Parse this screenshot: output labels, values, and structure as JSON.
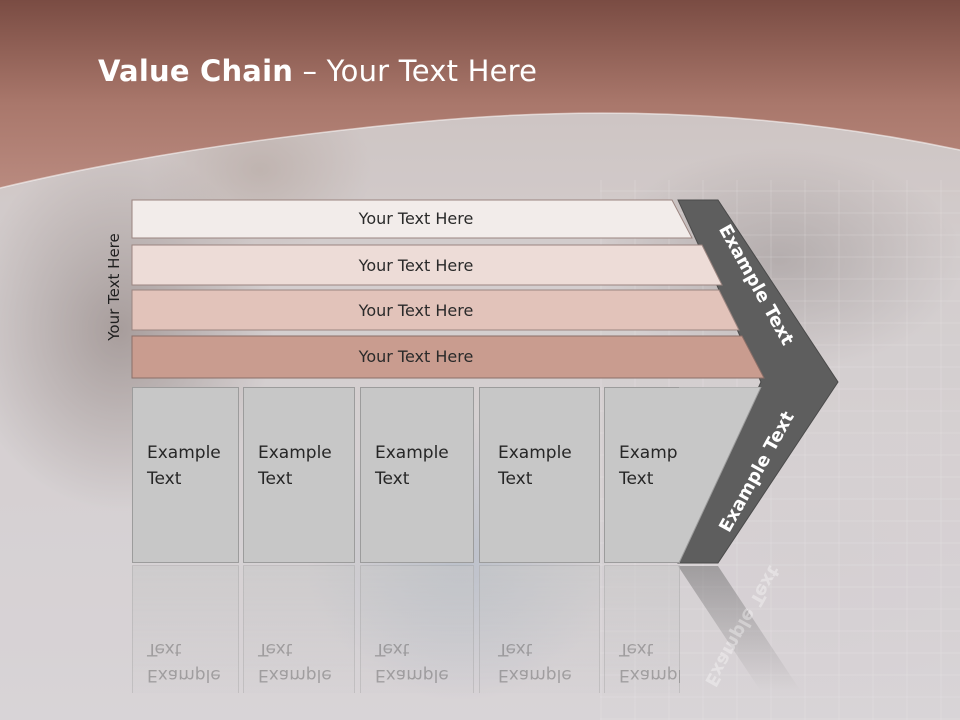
{
  "slide": {
    "title_bold": "Value Chain",
    "title_rest": " – Your Text Here",
    "side_label": "Your Text Here"
  },
  "bars": [
    {
      "label": "Your Text Here",
      "color": "#f2ecea"
    },
    {
      "label": "Your Text Here",
      "color": "#eddcd7"
    },
    {
      "label": "Your Text Here",
      "color": "#e2c3ba"
    },
    {
      "label": "Your Text Here",
      "color": "#c99c8f"
    }
  ],
  "columns": [
    {
      "label": "Example\nText"
    },
    {
      "label": "Example\nText"
    },
    {
      "label": "Example\nText"
    },
    {
      "label": "Example\nText"
    },
    {
      "label": "Example\nText"
    }
  ],
  "chevron": {
    "top_label": "Example Text",
    "bottom_label": "Example Text",
    "color": "#5e5e5e"
  },
  "theme": {
    "header_color": "#9e6a5e",
    "header_color_light": "#b88275"
  }
}
